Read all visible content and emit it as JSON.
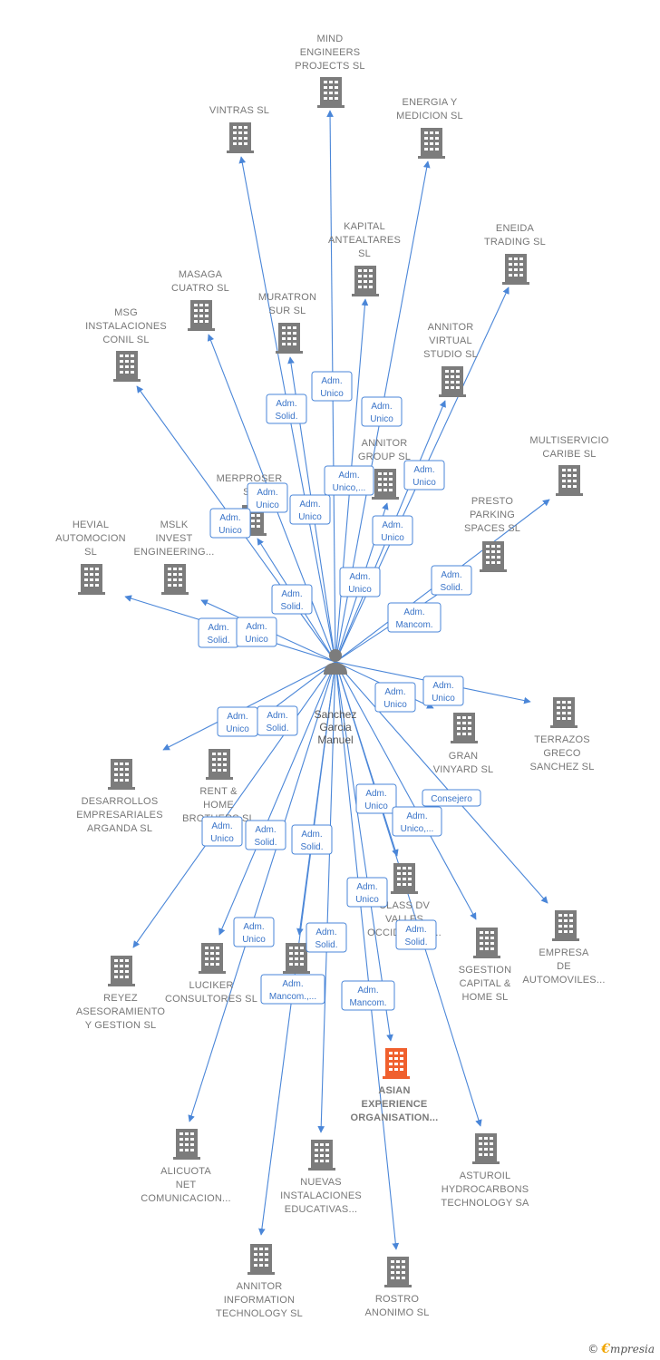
{
  "center": {
    "label": [
      "Sanchez",
      "Garcia",
      "Manuel"
    ]
  },
  "colors": {
    "edge": "#4a86d8",
    "building": "#7c7c7c",
    "focus": "#f0602e",
    "label": "#777777"
  },
  "companies": [
    {
      "id": "mind",
      "label": [
        "MIND",
        "ENGINEERS",
        "PROJECTS SL"
      ]
    },
    {
      "id": "vintras",
      "label": [
        "VINTRAS SL"
      ]
    },
    {
      "id": "energia",
      "label": [
        "ENERGIA Y",
        "MEDICION  SL"
      ]
    },
    {
      "id": "kapital",
      "label": [
        "KAPITAL",
        "ANTEALTARES",
        "SL"
      ]
    },
    {
      "id": "eneida",
      "label": [
        "ENEIDA",
        "TRADING SL"
      ]
    },
    {
      "id": "masaga",
      "label": [
        "MASAGA",
        "CUATRO SL"
      ]
    },
    {
      "id": "muratron",
      "label": [
        "MURATRON",
        "SUR SL"
      ]
    },
    {
      "id": "msg",
      "label": [
        "MSG",
        "INSTALACIONES",
        "CONIL  SL"
      ]
    },
    {
      "id": "annitor_virtual",
      "label": [
        "ANNITOR",
        "VIRTUAL",
        "STUDIO SL"
      ]
    },
    {
      "id": "multiservicio",
      "label": [
        "MULTISERVICIO",
        "CARIBE SL"
      ]
    },
    {
      "id": "annitor_group",
      "label": [
        "ANNITOR",
        "GROUP SL"
      ]
    },
    {
      "id": "merproser",
      "label": [
        "MERPROSER",
        "SL"
      ]
    },
    {
      "id": "presto",
      "label": [
        "PRESTO",
        "PARKING",
        "SPACES  SL"
      ]
    },
    {
      "id": "hevial",
      "label": [
        "HEVIAL",
        "AUTOMOCION",
        "SL"
      ]
    },
    {
      "id": "mslk",
      "label": [
        "MSLK",
        "INVEST",
        "ENGINEERING..."
      ]
    },
    {
      "id": "terrazos",
      "label": [
        "TERRAZOS",
        "GRECO",
        "SANCHEZ SL"
      ]
    },
    {
      "id": "gran",
      "label": [
        "GRAN",
        "VINYARD SL"
      ]
    },
    {
      "id": "desarrollos",
      "label": [
        "DESARROLLOS",
        "EMPRESARIALES",
        "ARGANDA SL"
      ]
    },
    {
      "id": "rent",
      "label": [
        "RENT &",
        "HOME",
        "BROTHERS SL"
      ]
    },
    {
      "id": "class",
      "label": [
        "CLASS DV",
        "VALLES",
        "OCCIDENTAL..."
      ]
    },
    {
      "id": "empresa",
      "label": [
        "EMPRESA",
        "DE",
        "AUTOMOVILES..."
      ]
    },
    {
      "id": "sgestion",
      "label": [
        "SGESTION",
        "CAPITAL &",
        "HOME SL"
      ]
    },
    {
      "id": "reyez",
      "label": [
        "REYEZ",
        "ASESORAMIENTO",
        "Y GESTION SL"
      ]
    },
    {
      "id": "luciker",
      "label": [
        "LUCIKER",
        "CONSULTORES SL"
      ]
    },
    {
      "id": "mid",
      "label": []
    },
    {
      "id": "asian",
      "label": [
        "ASIAN",
        "EXPERIENCE",
        "ORGANISATION..."
      ],
      "focus": true
    },
    {
      "id": "alicuota",
      "label": [
        "ALICUOTA",
        "NET",
        "COMUNICACION..."
      ]
    },
    {
      "id": "nuevas",
      "label": [
        "NUEVAS",
        "INSTALACIONES",
        "EDUCATIVAS..."
      ]
    },
    {
      "id": "asturoil",
      "label": [
        "ASTUROIL",
        "HYDROCARBONS",
        "TECHNOLOGY SA"
      ]
    },
    {
      "id": "annitor_info",
      "label": [
        "ANNITOR",
        "INFORMATION",
        "TECHNOLOGY SL"
      ]
    },
    {
      "id": "rostro",
      "label": [
        "ROSTRO",
        "ANONIMO  SL"
      ]
    }
  ],
  "roles": [
    {
      "id": "r1",
      "lines": [
        "Adm.",
        "Solid."
      ]
    },
    {
      "id": "r2",
      "lines": [
        "Adm.",
        "Unico"
      ]
    },
    {
      "id": "r3",
      "lines": [
        "Adm.",
        "Unico"
      ]
    },
    {
      "id": "r4",
      "lines": [
        "Adm.",
        "Unico"
      ]
    },
    {
      "id": "r5",
      "lines": [
        "Adm.",
        "Unico,..."
      ]
    },
    {
      "id": "r6",
      "lines": [
        "Adm.",
        "Unico"
      ]
    },
    {
      "id": "r7",
      "lines": [
        "Adm.",
        "Unico"
      ]
    },
    {
      "id": "r8",
      "lines": [
        "Adm.",
        "Unico"
      ]
    },
    {
      "id": "r9",
      "lines": [
        "Adm.",
        "Unico"
      ]
    },
    {
      "id": "r10",
      "lines": [
        "Adm.",
        "Solid."
      ]
    },
    {
      "id": "r11",
      "lines": [
        "Adm.",
        "Unico"
      ]
    },
    {
      "id": "r12",
      "lines": [
        "Adm.",
        "Solid."
      ]
    },
    {
      "id": "r13",
      "lines": [
        "Adm.",
        "Mancom."
      ]
    },
    {
      "id": "r14",
      "lines": [
        "Adm.",
        "Solid."
      ]
    },
    {
      "id": "r15",
      "lines": [
        "Adm.",
        "Unico"
      ]
    },
    {
      "id": "r16",
      "lines": [
        "Adm.",
        "Unico"
      ]
    },
    {
      "id": "r17",
      "lines": [
        "Adm.",
        "Unico"
      ]
    },
    {
      "id": "r18",
      "lines": [
        "Adm.",
        "Unico"
      ]
    },
    {
      "id": "r19",
      "lines": [
        "Adm.",
        "Solid."
      ]
    },
    {
      "id": "r20",
      "lines": [
        "Adm.",
        "Unico"
      ]
    },
    {
      "id": "r21",
      "lines": [
        "Consejero"
      ]
    },
    {
      "id": "r22",
      "lines": [
        "Adm.",
        "Unico,..."
      ]
    },
    {
      "id": "r23",
      "lines": [
        "Adm.",
        "Unico"
      ]
    },
    {
      "id": "r24",
      "lines": [
        "Adm.",
        "Solid."
      ]
    },
    {
      "id": "r25",
      "lines": [
        "Adm.",
        "Solid."
      ]
    },
    {
      "id": "r26",
      "lines": [
        "Adm.",
        "Unico"
      ]
    },
    {
      "id": "r27",
      "lines": [
        "Adm.",
        "Solid."
      ]
    },
    {
      "id": "r28",
      "lines": [
        "Adm.",
        "Unico"
      ]
    },
    {
      "id": "r29",
      "lines": [
        "Adm.",
        "Solid."
      ]
    },
    {
      "id": "r30",
      "lines": [
        "Adm.",
        "Mancom.,..."
      ]
    },
    {
      "id": "r31",
      "lines": [
        "Adm.",
        "Mancom."
      ]
    }
  ],
  "brand": {
    "copyright": "©",
    "initial": "€",
    "name": "mpresia"
  }
}
